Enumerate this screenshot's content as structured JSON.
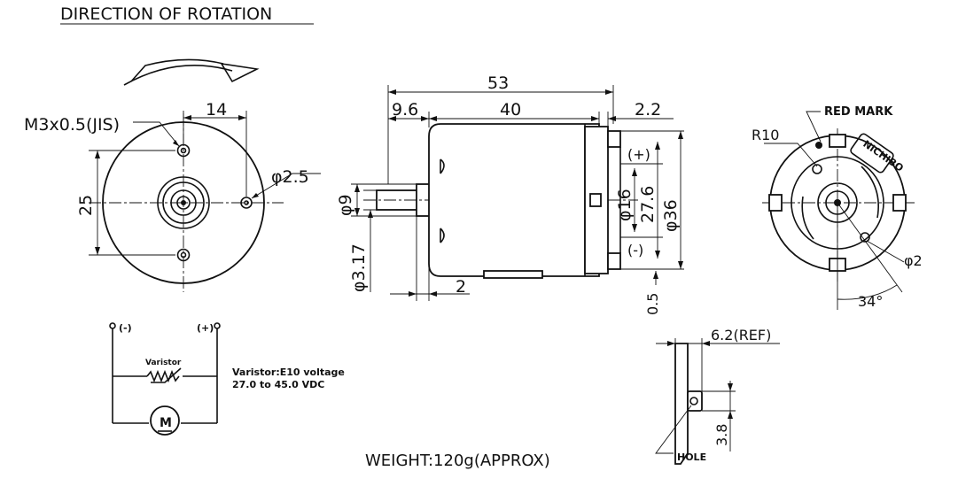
{
  "titles": {
    "direction": "DIRECTION OF ROTATION",
    "weight": "WEIGHT:120g(APPROX)"
  },
  "front_view": {
    "thread_label": "M3x0.5(JIS)",
    "dim_14": "14",
    "dim_25": "25",
    "dim_hole": "φ2.5"
  },
  "side_view": {
    "dim_53": "53",
    "dim_9_6": "9.6",
    "dim_40": "40",
    "dim_2_2": "2.2",
    "dim_phi9": "φ9",
    "dim_phi3_17": "φ3.17",
    "dim_2": "2",
    "dim_phi16": "φ16",
    "dim_27_6": "27.6",
    "dim_phi36": "φ36",
    "dim_0_5": "0.5",
    "plus": "(+)",
    "minus": "(-)"
  },
  "rear_view": {
    "red_mark": "RED MARK",
    "dim_r10": "R10",
    "dim_phi2": "φ2",
    "dim_34": "34°",
    "brand": "NICHIBO"
  },
  "circuit": {
    "minus": "(-)",
    "plus": "(+)",
    "varistor": "Varistor",
    "note_line1": "Varistor:E10 voltage",
    "note_line2": "27.0 to 45.0 VDC",
    "motor": "M"
  },
  "terminal_view": {
    "dim_ref": "6.2(REF)",
    "dim_3_8": "3.8",
    "hole": "HOLE"
  }
}
